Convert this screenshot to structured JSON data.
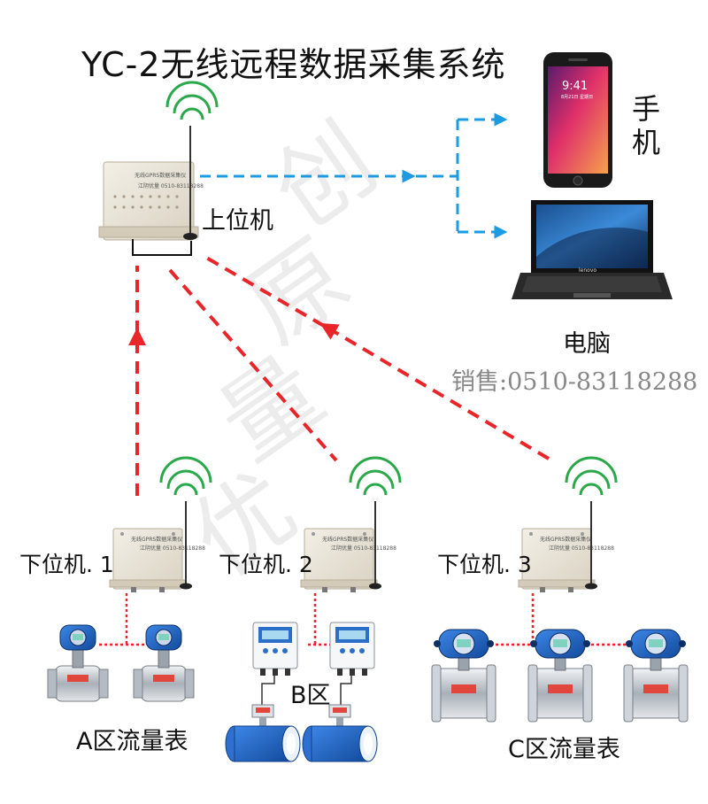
{
  "title": "YC-2无线远程数据采集系统",
  "host_label": "上位机",
  "phone_label": [
    "手",
    "机"
  ],
  "pc_label": "电脑",
  "sales": "销售:0510-83118288",
  "watermark": [
    "优",
    "量",
    "原",
    "创"
  ],
  "box_text": [
    "无线GPRS数据采集仪",
    "江阴优量  0510-83118288"
  ],
  "phone_time": "9:41",
  "phone_date": "8月21日 星期日",
  "laptop_brand": "lenovo",
  "slave_labels": [
    "下位机. 1",
    "下位机. 2",
    "下位机. 3"
  ],
  "zone_labels": [
    "A区流量表",
    "B区",
    "C区流量表"
  ],
  "colors": {
    "radio": "#2aa84a",
    "uplink": "#e8262a",
    "downlink": "#1a9be2",
    "cabinet": "#e8e2d4",
    "meter_blue": "#1f5fbf",
    "pipe": "#c8ccd1"
  }
}
